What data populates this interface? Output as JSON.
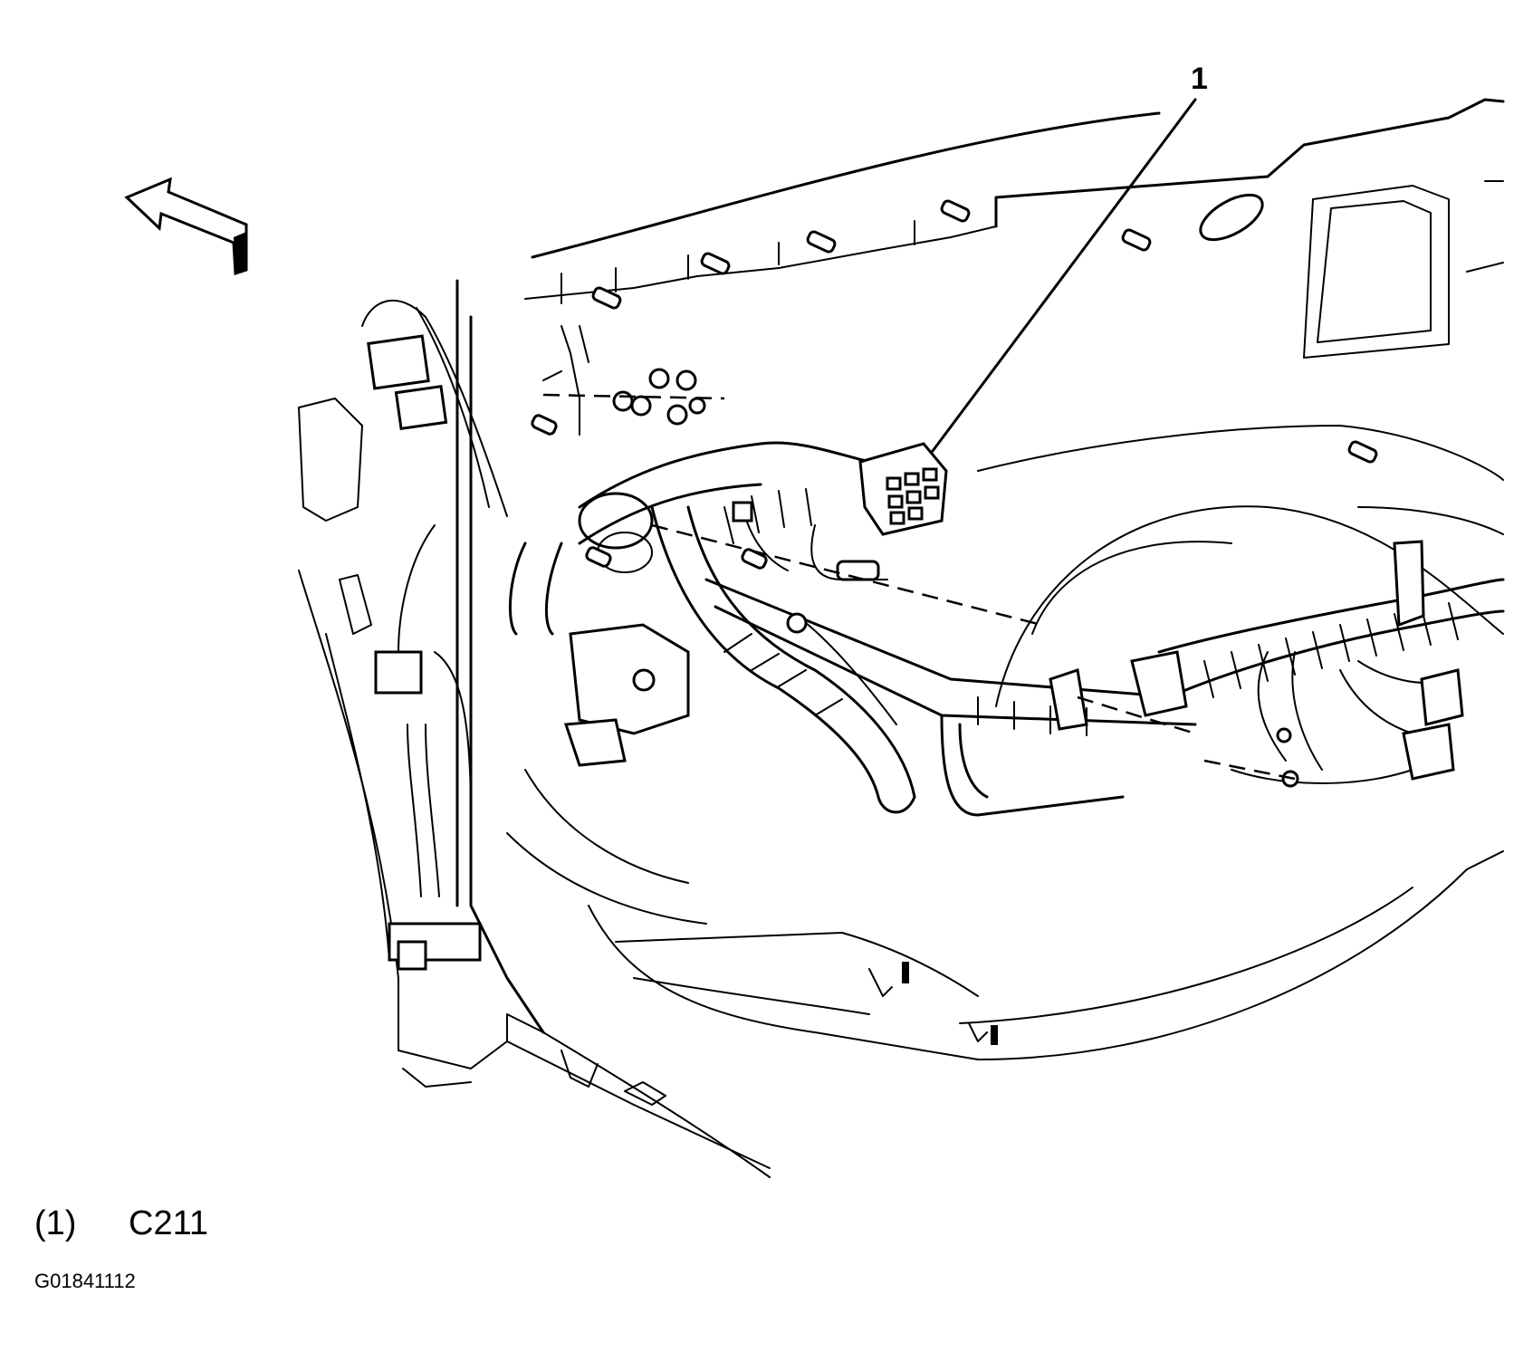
{
  "callout": {
    "number": "1"
  },
  "legend": [
    {
      "key": "(1)",
      "label": "C211"
    }
  ],
  "figure_id": "G01841112"
}
